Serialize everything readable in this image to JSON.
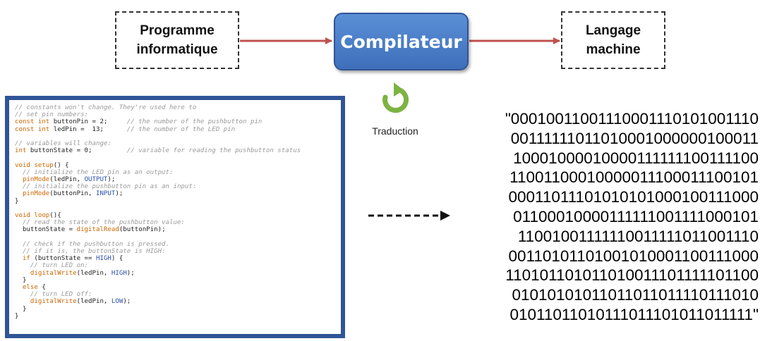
{
  "diagram": {
    "source_label": "Programme\ninformatique",
    "compiler_label": "Compilateur",
    "target_label": "Langage\nmachine",
    "translation_label": "Traduction",
    "colors": {
      "arrow": "#c0504d",
      "compiler_fill": "#4a7fcb",
      "code_border": "#2f5597",
      "traduction_icon": "#7cb342"
    },
    "icons": [
      "rotate-arrow-icon",
      "dashed-arrow-icon"
    ]
  },
  "code": {
    "lines": [
      {
        "cls": "c",
        "text": "// constants won't change. They're used here to"
      },
      {
        "cls": "c",
        "text": "// set pin numbers:"
      },
      {
        "parts": [
          {
            "cls": "k",
            "text": "const int "
          },
          {
            "text": "buttonPin = 2;     "
          },
          {
            "cls": "c",
            "text": "// the number of the pushbutton pin"
          }
        ]
      },
      {
        "parts": [
          {
            "cls": "k",
            "text": "const int "
          },
          {
            "text": "ledPin =  13;      "
          },
          {
            "cls": "c",
            "text": "// the number of the LED pin"
          }
        ]
      },
      {
        "text": ""
      },
      {
        "cls": "c",
        "text": "// variables will change:"
      },
      {
        "parts": [
          {
            "cls": "k",
            "text": "int "
          },
          {
            "text": "buttonState = 0;         "
          },
          {
            "cls": "c",
            "text": "// variable for reading the pushbutton status"
          }
        ]
      },
      {
        "text": ""
      },
      {
        "parts": [
          {
            "cls": "k",
            "text": "void "
          },
          {
            "cls": "f",
            "text": "setup"
          },
          {
            "text": "() {"
          }
        ]
      },
      {
        "cls": "c",
        "text": "  // initialize the LED pin as an output:"
      },
      {
        "parts": [
          {
            "cls": "f",
            "text": "  pinMode"
          },
          {
            "text": "(ledPin, "
          },
          {
            "cls": "s",
            "text": "OUTPUT"
          },
          {
            "text": ");"
          }
        ]
      },
      {
        "cls": "c",
        "text": "  // initialize the pushbutton pin as an input:"
      },
      {
        "parts": [
          {
            "cls": "f",
            "text": "  pinMode"
          },
          {
            "text": "(buttonPin, "
          },
          {
            "cls": "s",
            "text": "INPUT"
          },
          {
            "text": ");"
          }
        ]
      },
      {
        "text": "}"
      },
      {
        "text": ""
      },
      {
        "parts": [
          {
            "cls": "k",
            "text": "void "
          },
          {
            "cls": "f",
            "text": "loop"
          },
          {
            "text": "(){"
          }
        ]
      },
      {
        "cls": "c",
        "text": "  // read the state of the pushbutton value:"
      },
      {
        "parts": [
          {
            "text": "  buttonState = "
          },
          {
            "cls": "f",
            "text": "digitalRead"
          },
          {
            "text": "(buttonPin);"
          }
        ]
      },
      {
        "text": ""
      },
      {
        "cls": "c",
        "text": "  // check if the pushbutton is pressed."
      },
      {
        "cls": "c",
        "text": "  // if it is, the buttonState is HIGH:"
      },
      {
        "parts": [
          {
            "cls": "k",
            "text": "  if "
          },
          {
            "text": "(buttonState == "
          },
          {
            "cls": "s",
            "text": "HIGH"
          },
          {
            "text": ") {"
          }
        ]
      },
      {
        "cls": "c",
        "text": "    // turn LED on:"
      },
      {
        "parts": [
          {
            "cls": "f",
            "text": "    digitalWrite"
          },
          {
            "text": "(ledPin, "
          },
          {
            "cls": "s",
            "text": "HIGH"
          },
          {
            "text": ");"
          }
        ]
      },
      {
        "text": "  }"
      },
      {
        "parts": [
          {
            "cls": "k",
            "text": "  else "
          },
          {
            "text": "{"
          }
        ]
      },
      {
        "cls": "c",
        "text": "    // turn LED off:"
      },
      {
        "parts": [
          {
            "cls": "f",
            "text": "    digitalWrite"
          },
          {
            "text": "(ledPin, "
          },
          {
            "cls": "s",
            "text": "LOW"
          },
          {
            "text": ");"
          }
        ]
      },
      {
        "text": "  }"
      },
      {
        "text": "}"
      }
    ]
  },
  "binary": {
    "lines": [
      "\"0001001100111000111010100111​0",
      "0011111101101000100000010001​1",
      "10001000010000111111100111100",
      "11001100010000011100011100101",
      "00011011101010101000100111000",
      "01100010000111111001111000101",
      "11001001111110011111011001110",
      "00110101101001010001100111000",
      "11010110101101001110111110110​0",
      "01010101011011011011110111010",
      "01011011010111011101011011111\""
    ]
  }
}
